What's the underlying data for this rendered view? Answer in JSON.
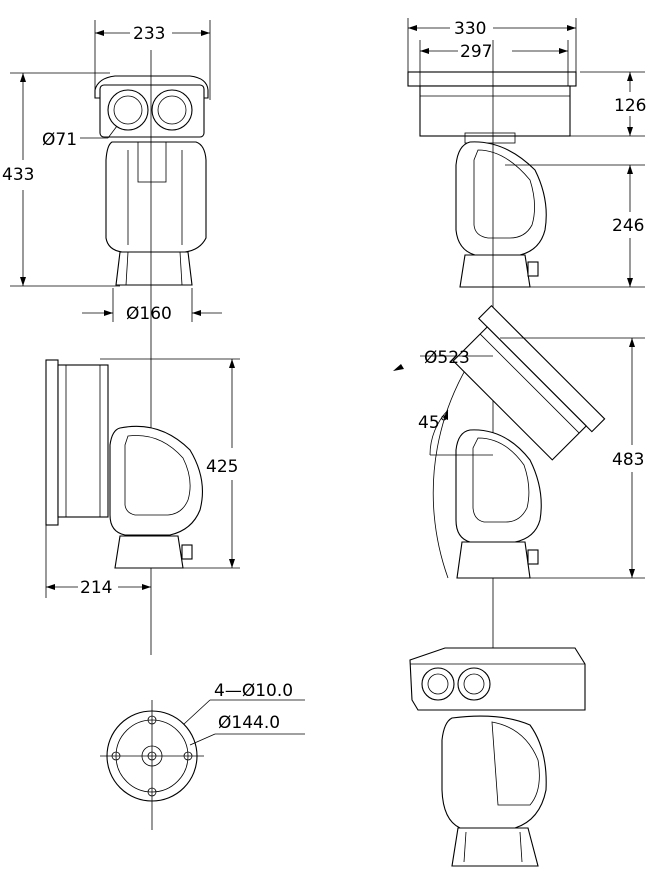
{
  "dimensions": {
    "front_width": "233",
    "front_height": "433",
    "lens_diameter": "Ø71",
    "base_diameter_front": "Ø160",
    "top_width_outer": "330",
    "top_width_inner": "297",
    "housing_height": "126",
    "pan_body_height": "246",
    "side_height": "425",
    "side_depth": "214",
    "tilt_sweep_diameter": "Ø523",
    "tilt_angle": "45°",
    "tilted_height": "483",
    "mount_holes": "4—Ø10.0",
    "mount_pcd": "Ø144.0"
  }
}
